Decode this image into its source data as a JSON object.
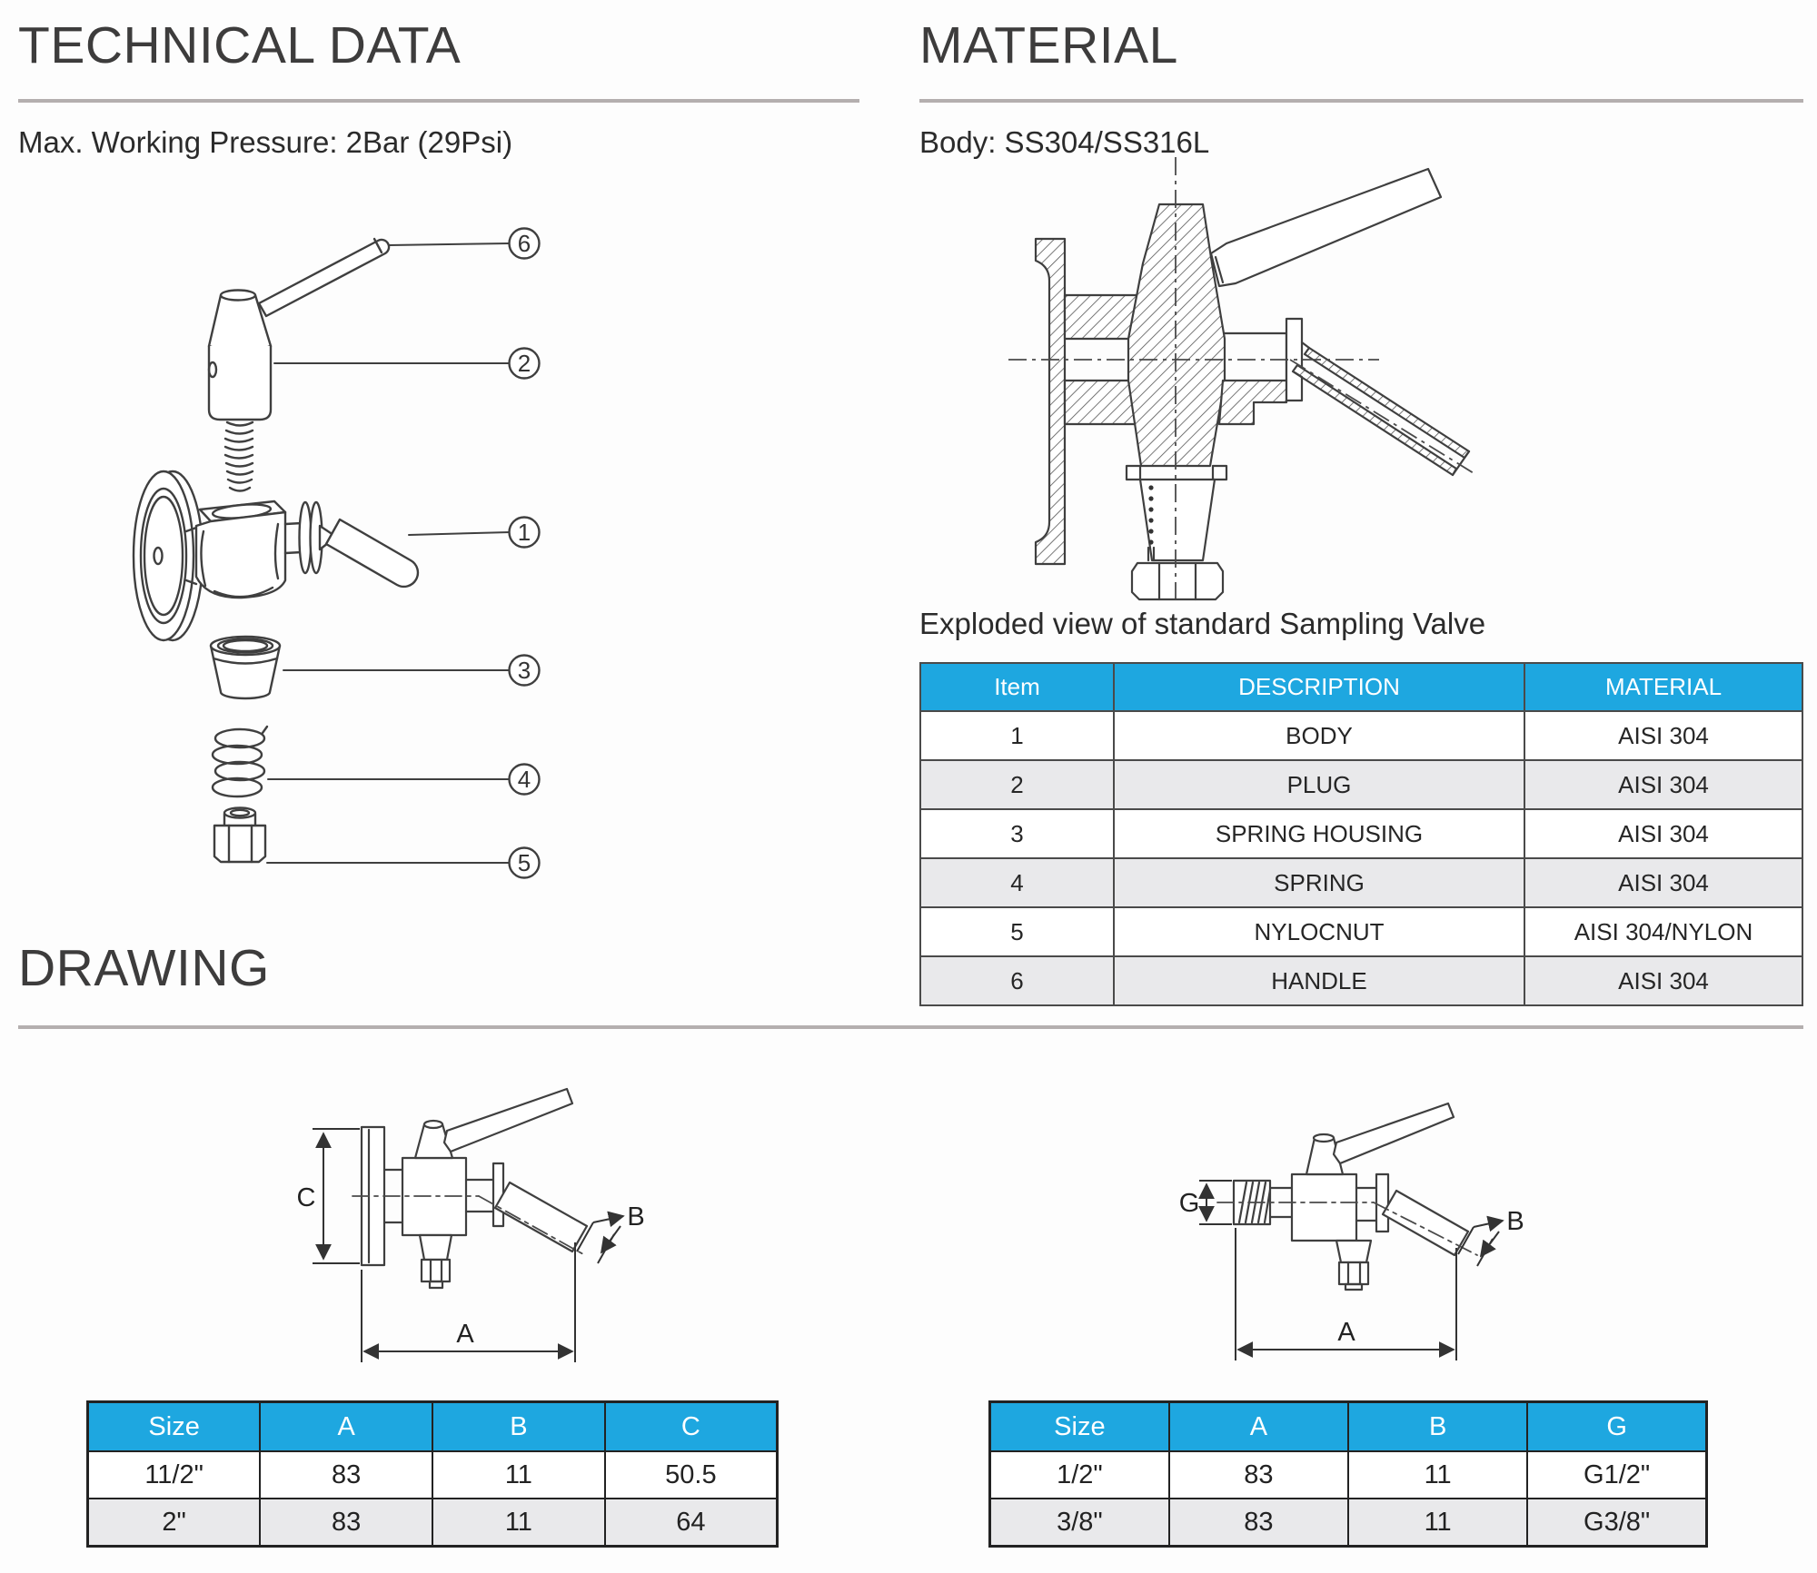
{
  "colors": {
    "accent_blue": "#1ea7e0",
    "row_alt_gray": "#e9e9eb",
    "rule_gray": "#b4afaf",
    "line_color": "#3f3f3f",
    "heading_text": "#3d3c3c",
    "header_text": "#ffffff"
  },
  "technical_section": {
    "title": "TECHNICAL DATA",
    "subtitle": "Max. Working Pressure: 2Bar (29Psi)"
  },
  "material_section": {
    "title": "MATERIAL",
    "subtitle": "Body: SS304/SS316L",
    "diagram_caption": "Exploded view of standard Sampling Valve"
  },
  "drawing_section": {
    "title": "DRAWING"
  },
  "exploded_callouts": [
    "6",
    "2",
    "1",
    "3",
    "4",
    "5"
  ],
  "materials_table": {
    "headers": [
      "Item",
      "DESCRIPTION",
      "MATERIAL"
    ],
    "rows": [
      [
        "1",
        "BODY",
        "AISI 304"
      ],
      [
        "2",
        "PLUG",
        "AISI 304"
      ],
      [
        "3",
        "SPRING HOUSING",
        "AISI 304"
      ],
      [
        "4",
        "SPRING",
        "AISI 304"
      ],
      [
        "5",
        "NYLOCNUT",
        "AISI 304/NYLON"
      ],
      [
        "6",
        "HANDLE",
        "AISI 304"
      ]
    ]
  },
  "clamp_drawing": {
    "labels": {
      "c": "C",
      "a": "A",
      "b": "B"
    }
  },
  "threaded_drawing": {
    "labels": {
      "g": "G",
      "a": "A",
      "b": "B"
    }
  },
  "clamp_table": {
    "headers": [
      "Size",
      "A",
      "B",
      "C"
    ],
    "rows": [
      [
        "11/2\"",
        "83",
        "11",
        "50.5"
      ],
      [
        "2\"",
        "83",
        "11",
        "64"
      ]
    ]
  },
  "threaded_table": {
    "headers": [
      "Size",
      "A",
      "B",
      "G"
    ],
    "rows": [
      [
        "1/2\"",
        "83",
        "11",
        "G1/2\""
      ],
      [
        "3/8\"",
        "83",
        "11",
        "G3/8\""
      ]
    ]
  }
}
